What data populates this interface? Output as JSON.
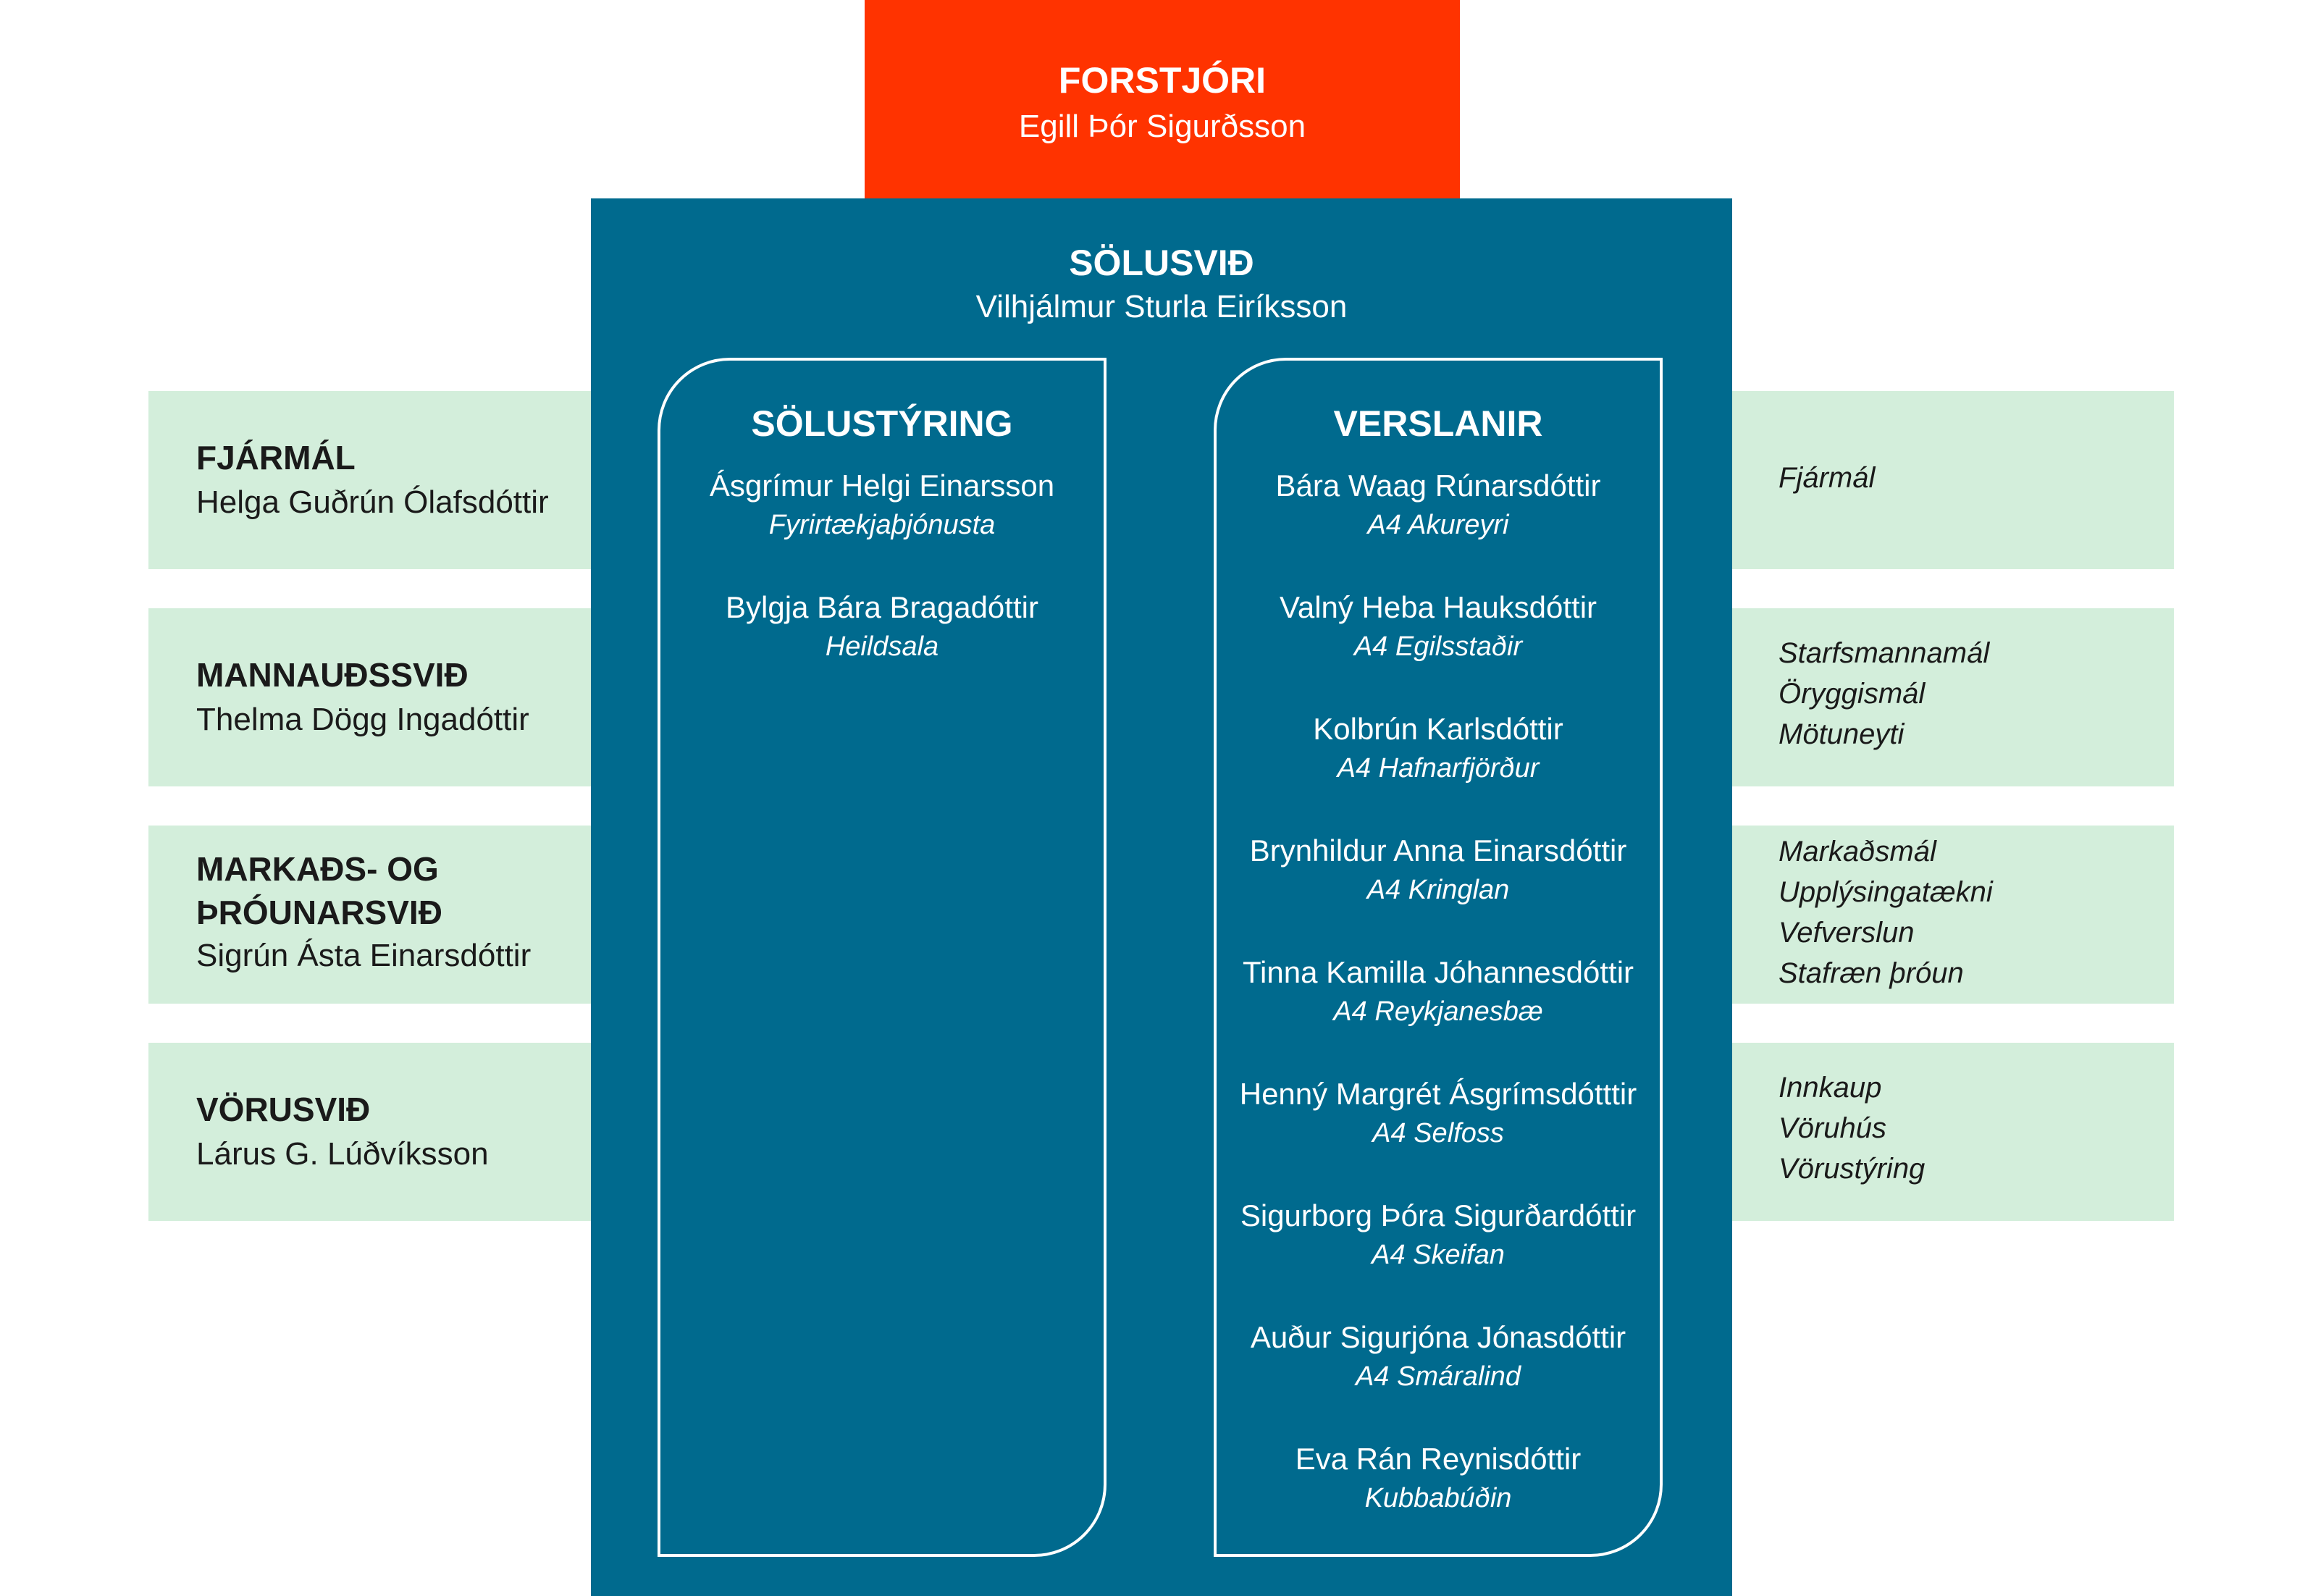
{
  "ceo": {
    "title": "FORSTJÓRI",
    "name": "Egill Þór Sigurðsson"
  },
  "sales": {
    "title": "SÖLUSVIÐ",
    "name": "Vilhjálmur Sturla Eiríksson",
    "columns": [
      {
        "title": "SÖLUSTÝRING",
        "entries": [
          {
            "name": "Ásgrímur Helgi Einarsson",
            "role": "Fyrirtækjaþjónusta"
          },
          {
            "name": "Bylgja Bára Bragadóttir",
            "role": "Heildsala"
          }
        ]
      },
      {
        "title": "VERSLANIR",
        "entries": [
          {
            "name": "Bára Waag Rúnarsdóttir",
            "role": "A4 Akureyri"
          },
          {
            "name": "Valný Heba Hauksdóttir",
            "role": "A4 Egilsstaðir"
          },
          {
            "name": "Kolbrún Karlsdóttir",
            "role": "A4 Hafnarfjörður"
          },
          {
            "name": "Brynhildur Anna Einarsdóttir",
            "role": "A4 Kringlan"
          },
          {
            "name": "Tinna Kamilla Jóhannesdóttir",
            "role": "A4 Reykjanesbæ"
          },
          {
            "name": "Henný Margrét Ásgrímsdótttir",
            "role": "A4 Selfoss"
          },
          {
            "name": "Sigurborg Þóra Sigurðardóttir",
            "role": "A4 Skeifan"
          },
          {
            "name": "Auður Sigurjóna Jónasdóttir",
            "role": "A4 Smáralind"
          },
          {
            "name": "Eva Rán Reynisdóttir",
            "role": "Kubbabúðin"
          }
        ]
      }
    ]
  },
  "left_boxes": [
    {
      "title": "FJÁRMÁL",
      "name": "Helga Guðrún Ólafsdóttir"
    },
    {
      "title": "MANNAUÐSSVIÐ",
      "name": "Thelma Dögg Ingadóttir"
    },
    {
      "title_line1": "MARKAÐS- OG",
      "title_line2": "ÞRÓUNARSVIÐ",
      "name": "Sigrún Ásta Einarsdóttir"
    },
    {
      "title": "VÖRUSVIÐ",
      "name": "Lárus G. Lúðvíksson"
    }
  ],
  "right_boxes": [
    {
      "items": [
        "Fjármál"
      ]
    },
    {
      "items": [
        "Starfsmannamál",
        "Öryggismál",
        "Mötuneyti"
      ]
    },
    {
      "items": [
        "Markaðsmál",
        "Upplýsingatækni",
        "Vefverslun",
        "Stafræn þróun"
      ]
    },
    {
      "items": [
        "Innkaup",
        "Vöruhús",
        "Vörustýring"
      ]
    }
  ],
  "colors": {
    "ceo": "#ff3300",
    "sales": "#006a8e",
    "side": "#d3eedb"
  }
}
